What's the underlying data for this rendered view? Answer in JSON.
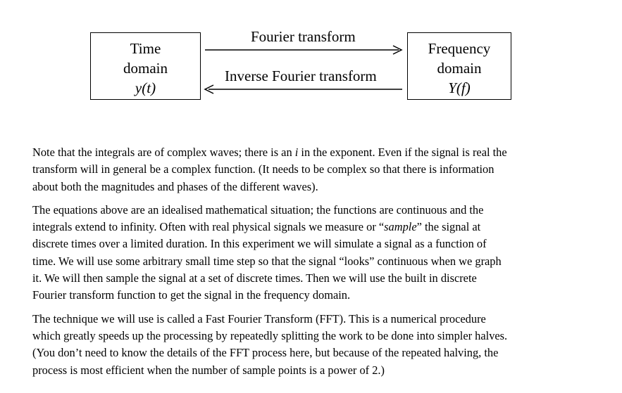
{
  "diagram": {
    "left_box": {
      "line1": "Time",
      "line2": "domain",
      "line3": "y(t)"
    },
    "right_box": {
      "line1": "Frequency",
      "line2": "domain",
      "line3": "Y(f)"
    },
    "forward_label": "Fourier transform",
    "inverse_label": "Inverse Fourier transform"
  },
  "paragraphs": {
    "p1": {
      "l1a": "Note that the integrals are of complex waves; there is an ",
      "l1i": "i",
      "l1b": " in the exponent.  Even if the signal is real the",
      "l2": "transform will in general be a complex function.  (It needs to be complex so that there is information",
      "l3": "about both the magnitudes and phases of the different waves)."
    },
    "p2": {
      "l1": "The equations above are an idealised mathematical situation; the functions are continuous and the",
      "l2a": "integrals extend to infinity.  Often with real physical signals we measure or “",
      "l2i": "sample",
      "l2b": "” the signal at",
      "l3": "discrete times over a limited duration.  In this experiment we will simulate a signal as a function of",
      "l4": "time.  We will use some arbitrary small time step so that the signal “looks” continuous when we graph",
      "l5": "it.  We will then sample the signal at a set of discrete times.  Then we will use the built in discrete",
      "l6": "Fourier transform function to get the signal in the frequency domain."
    },
    "p3": {
      "l1": "The technique we will use is called a Fast Fourier Transform (FFT).  This is a numerical procedure",
      "l2": "which greatly speeds up the processing by repeatedly splitting the work to be done into simpler halves.",
      "l3": "(You don’t need to know the details of the FFT process here, but because of the repeated halving, the",
      "l4": "process is most efficient when the number of sample points is a power of 2.)"
    }
  }
}
